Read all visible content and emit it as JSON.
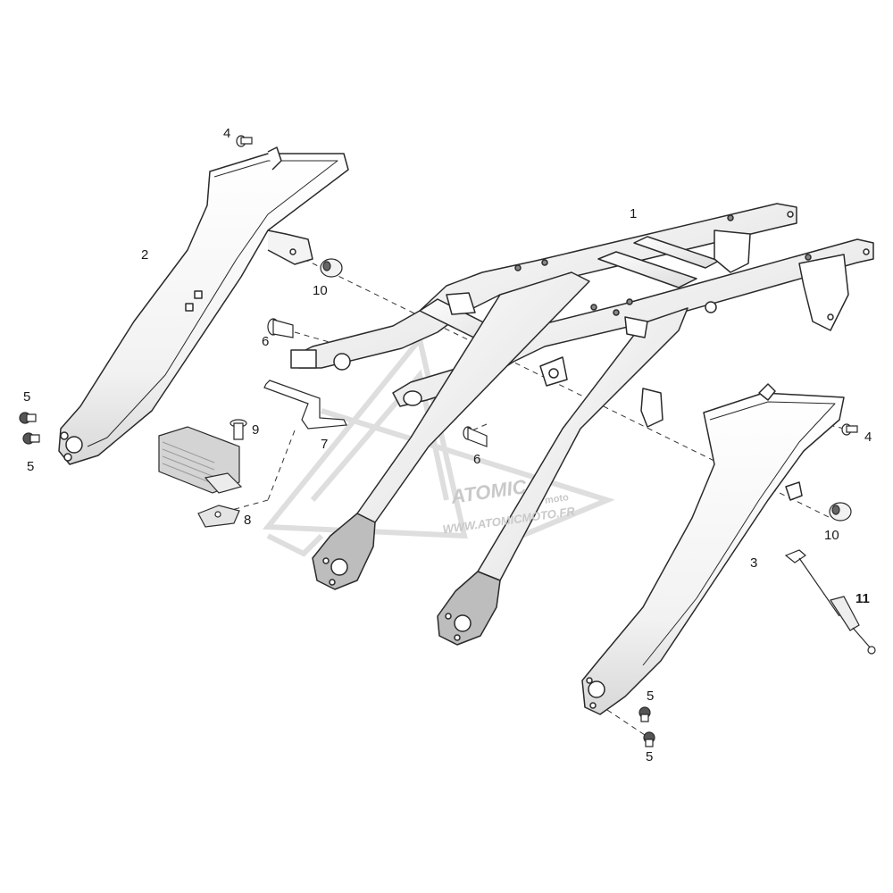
{
  "watermark": {
    "brand": "ATOMIC",
    "sub": "moto",
    "url": "WWW.ATOMICMOTO.FR"
  },
  "callouts": {
    "c1": "1",
    "c2": "2",
    "c3": "3",
    "c4a": "4",
    "c4b": "4",
    "c5a": "5",
    "c5b": "5",
    "c5c": "5",
    "c5d": "5",
    "c6a": "6",
    "c6b": "6",
    "c7": "7",
    "c8": "8",
    "c9": "9",
    "c10a": "10",
    "c10b": "10",
    "c11": "11"
  },
  "colors": {
    "line": "#2a2a2a",
    "part_fill": "#ffffff",
    "shade": "#e6e6e6",
    "watermark": "#d0d0d0"
  }
}
